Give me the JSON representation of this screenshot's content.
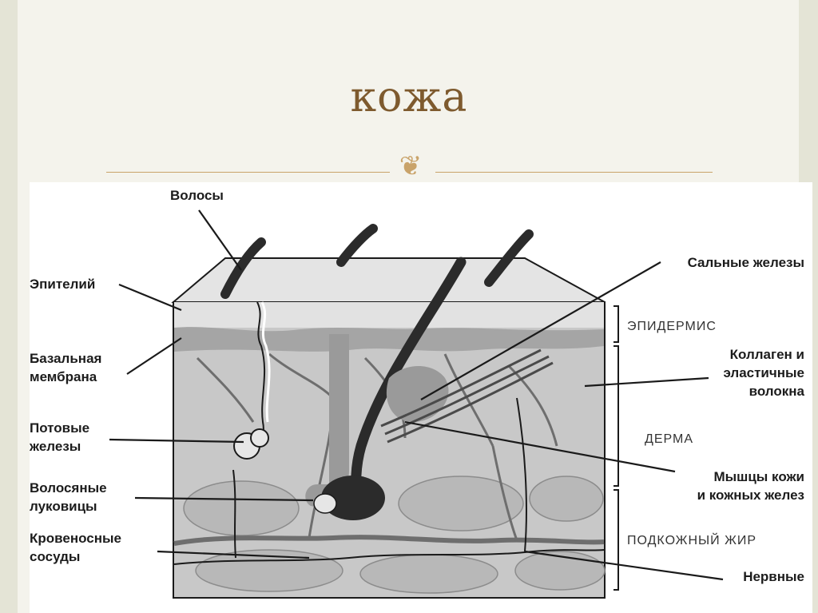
{
  "slide": {
    "title": "кожа",
    "ornament": "❦"
  },
  "diagram": {
    "left_labels": {
      "hair": "Волосы",
      "epithelium": "Эпителий",
      "basal_membrane_1": "Базальная",
      "basal_membrane_2": "мембрана",
      "sweat_glands_1": "Потовые",
      "sweat_glands_2": "железы",
      "hair_bulbs_1": "Волосяные",
      "hair_bulbs_2": "луковицы",
      "blood_vessels_1": "Кровеносные",
      "blood_vessels_2": "сосуды"
    },
    "right_labels": {
      "sebaceous_glands": "Сальные железы",
      "collagen_1": "Коллаген и",
      "collagen_2": "эластичные",
      "collagen_3": "волокна",
      "muscles_1": "Мышцы кожи",
      "muscles_2": "и кожных желез",
      "nerves": "Нервные"
    },
    "layers": {
      "epidermis": "ЭПИДЕРМИС",
      "dermis": "ДЕРМА",
      "hypodermis": "ПОДКОЖНЫЙ ЖИР"
    },
    "colors": {
      "fill_top": "#e4e4e4",
      "fill_dermis": "#c8c8c8",
      "fill_epidermis_band": "#a5a5a5",
      "fill_fat": "#b8b8b8",
      "hair": "#2b2b2b",
      "vessel": "#6e6e6e",
      "outline": "#1a1a1a"
    }
  }
}
